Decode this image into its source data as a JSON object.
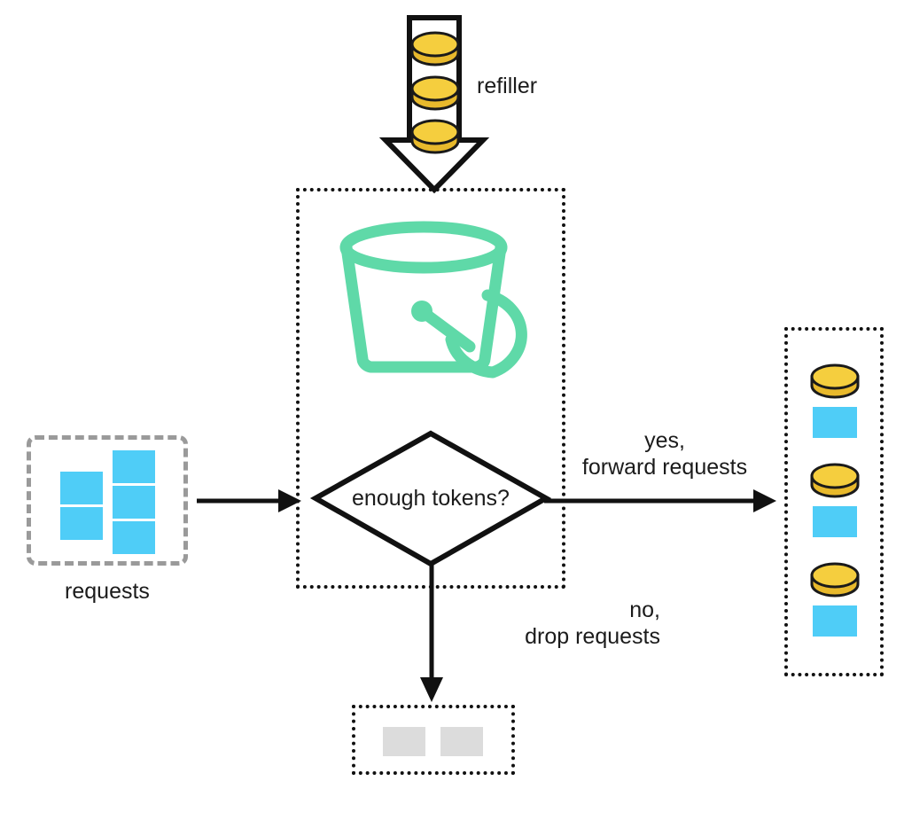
{
  "diagram": {
    "title": "token-bucket-rate-limiter",
    "colors": {
      "token_fill": "#f5ce3e",
      "token_edge": "#1a1a1a",
      "token_side": "#e8b92c",
      "request_blue": "#4fcdf7",
      "dropped_gray": "#dcdcdc",
      "bucket_green": "#5fd9a8",
      "line_black": "#111111",
      "dashed_gray": "#9a9a9a"
    },
    "labels": {
      "refiller": "refiller",
      "requests": "requests",
      "decision": "enough tokens?",
      "yes_line1": "yes,",
      "yes_line2": "forward requests",
      "no_line1": "no,",
      "no_line2": "drop requests"
    },
    "refiller": {
      "token_count": 3,
      "direction": "down"
    },
    "input_requests": {
      "left_column_count": 2,
      "right_column_count": 3,
      "total": 5
    },
    "forwarded": {
      "pair_count": 3,
      "pairs": [
        {
          "token": "token",
          "request": "request"
        },
        {
          "token": "token",
          "request": "request"
        },
        {
          "token": "token",
          "request": "request"
        }
      ]
    },
    "dropped": {
      "count": 2
    },
    "bucket": {
      "icon": "bucket-icon",
      "has_handle": true
    }
  }
}
